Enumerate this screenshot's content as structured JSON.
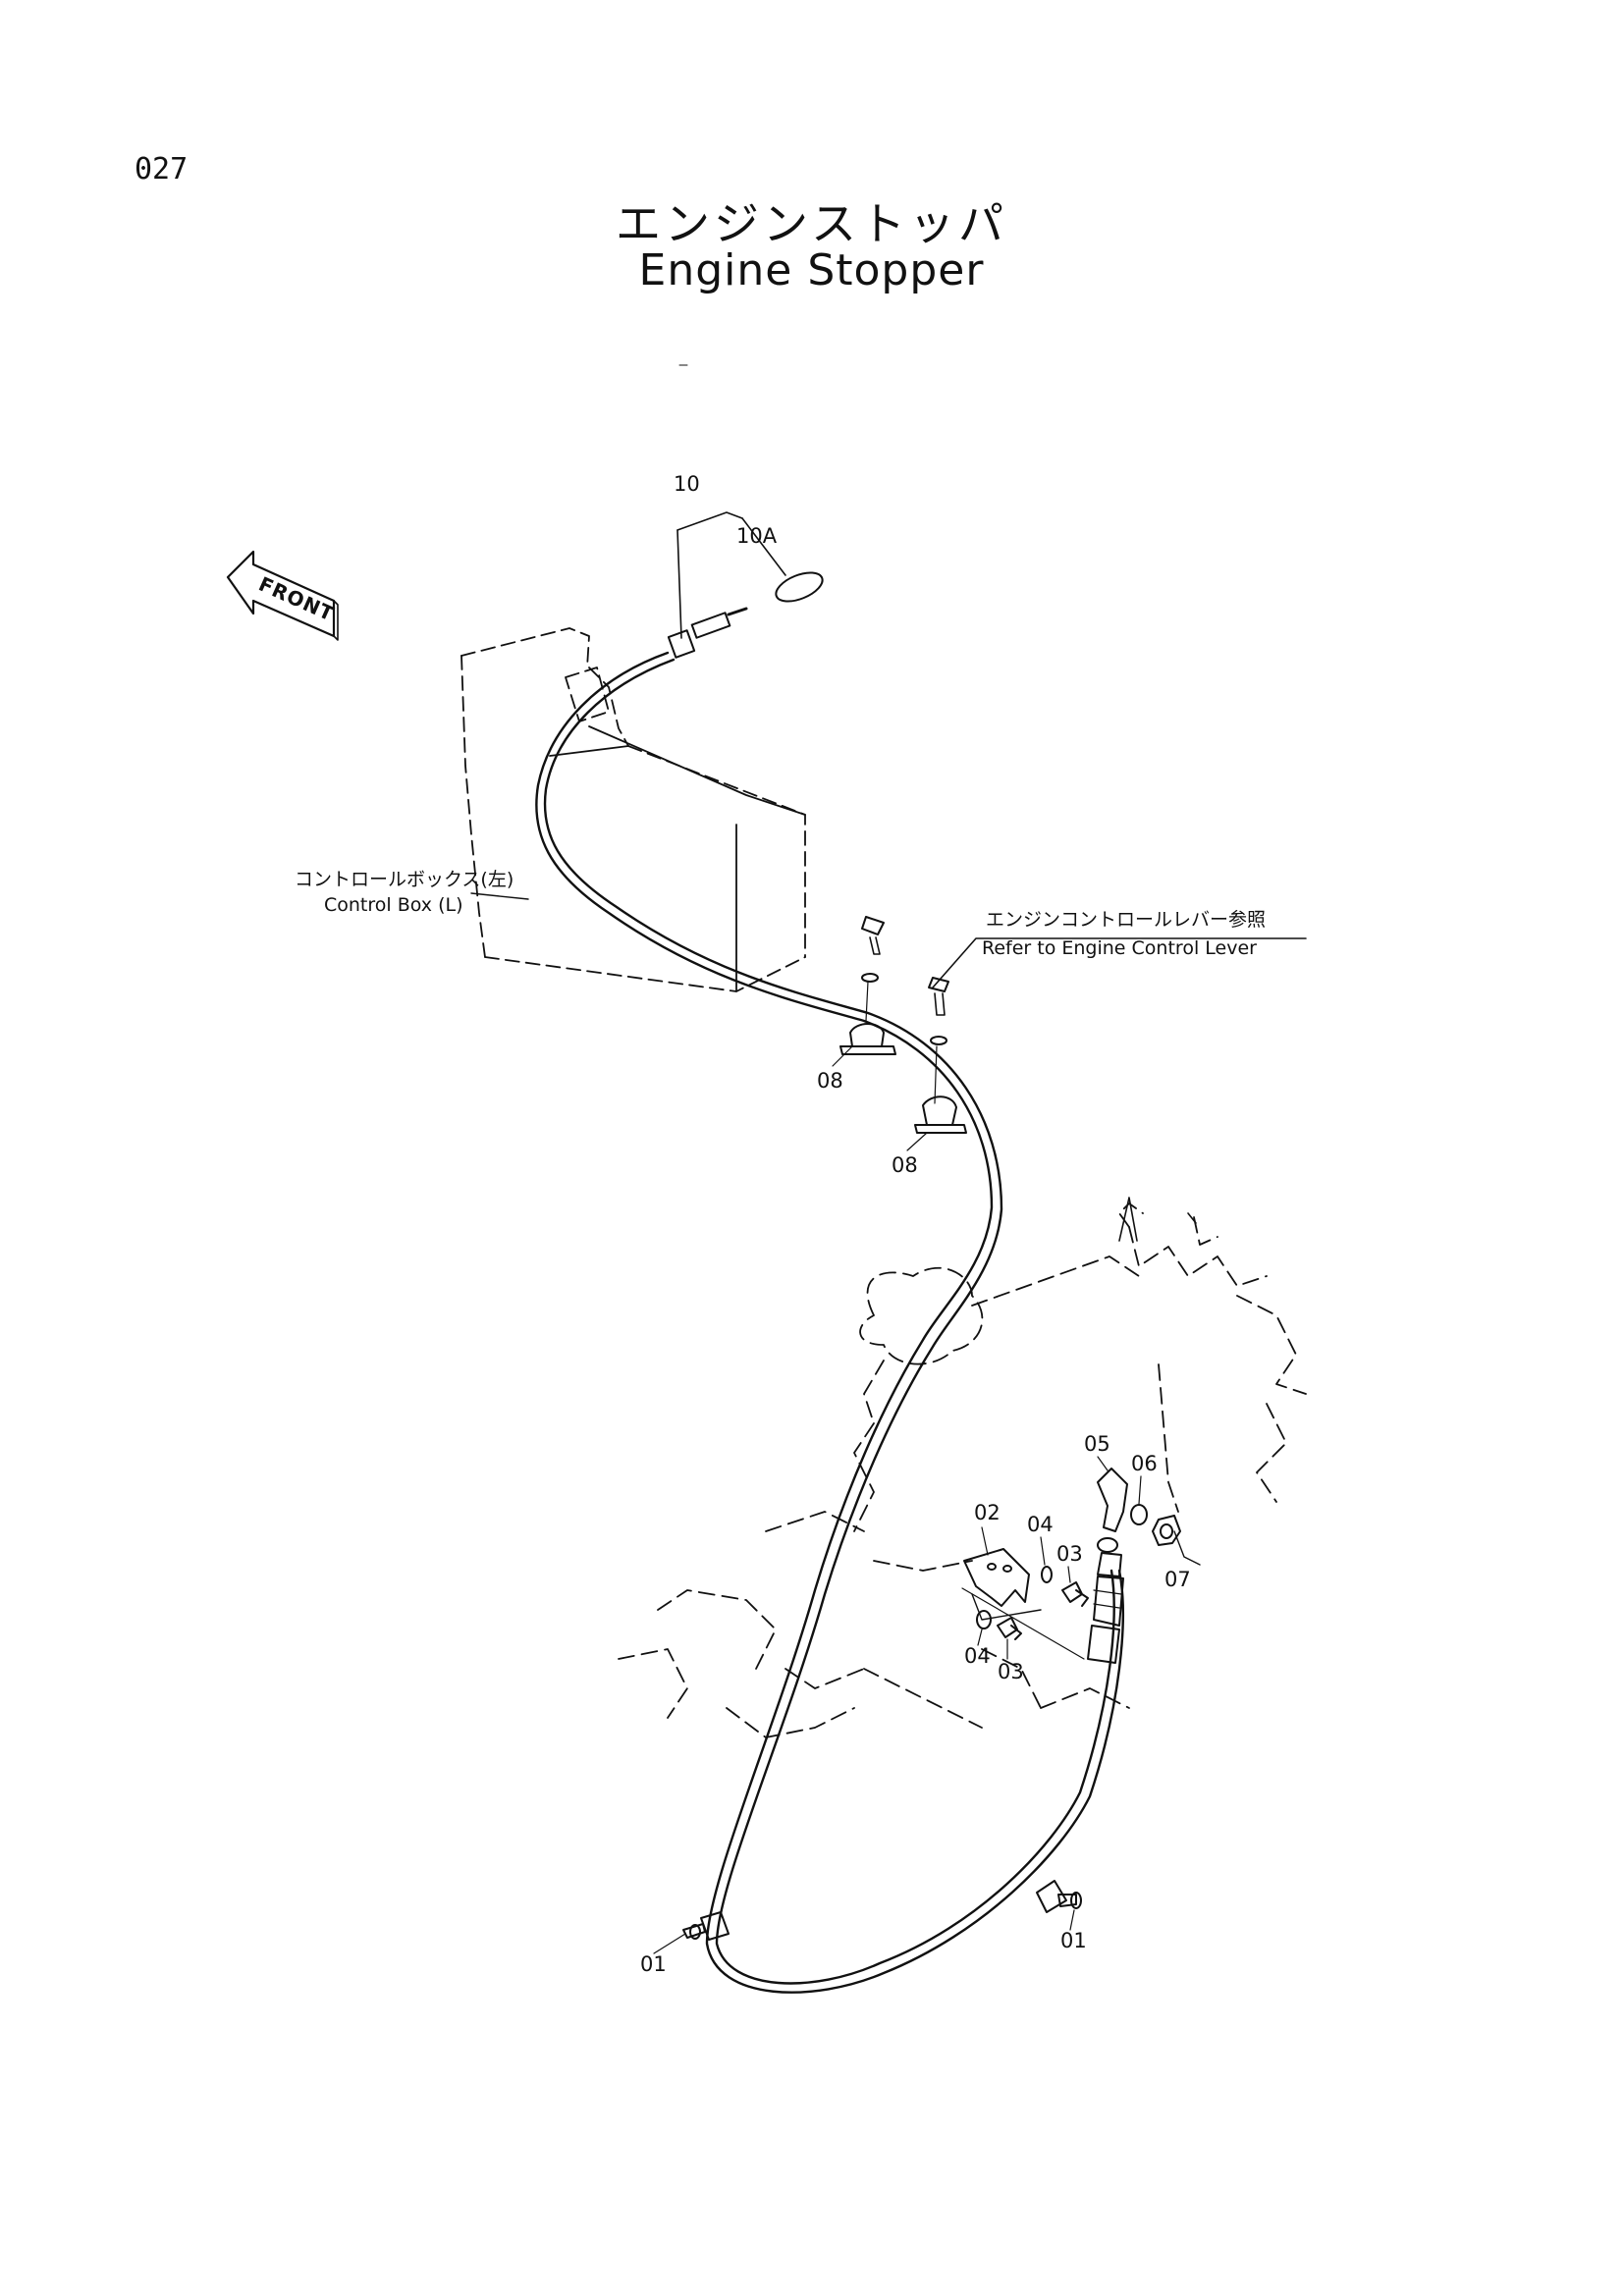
{
  "page": {
    "number": "027",
    "title_jp": "エンジンストッパ",
    "title_en": "Engine Stopper"
  },
  "diagram": {
    "front_arrow": "FRONT",
    "references": {
      "control_box_jp": "コントロールボックス(左)",
      "control_box_en": "Control Box (L)",
      "engine_control_jp": "エンジンコントロールレバー参照",
      "engine_control_en": "Refer to Engine Control Lever"
    },
    "part_labels": {
      "p10": "10",
      "p10a": "10A",
      "p08a": "08",
      "p08b": "08",
      "p05": "05",
      "p06": "06",
      "p02": "02",
      "p04a": "04",
      "p03a": "03",
      "p07": "07",
      "p04b": "04",
      "p03b": "03",
      "p01a": "01",
      "p01b": "01"
    }
  }
}
